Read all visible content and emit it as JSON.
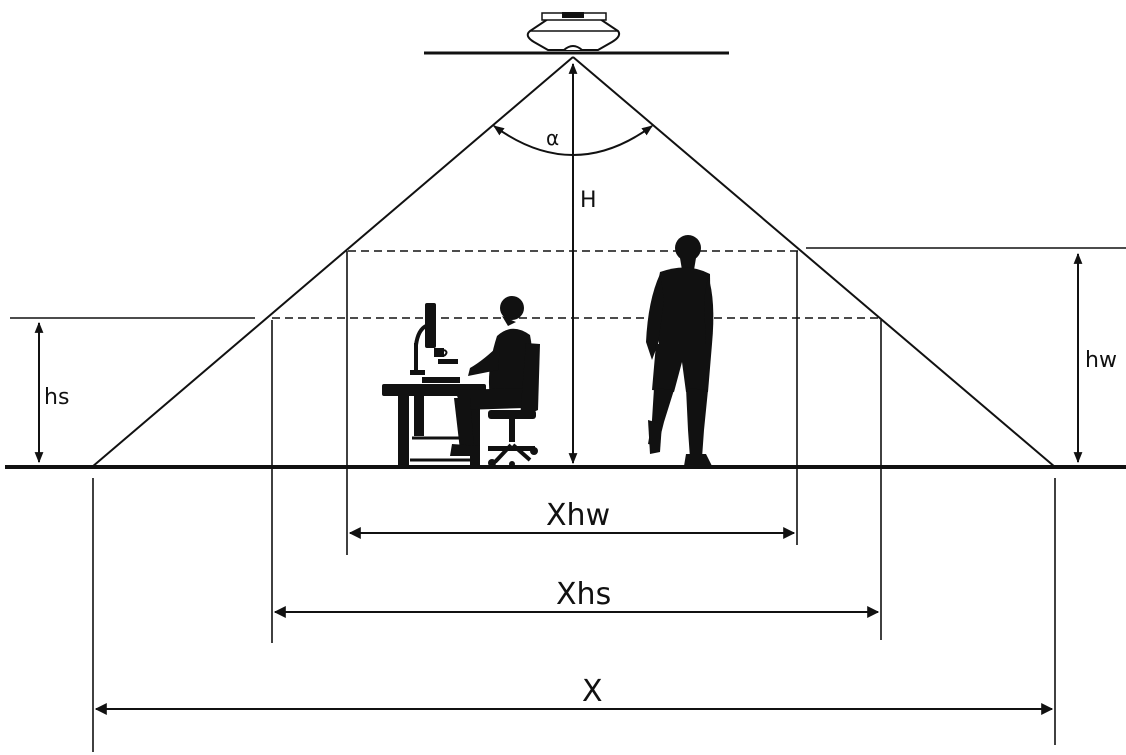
{
  "labels": {
    "angle": "α",
    "height": "H",
    "seated_height": "hs",
    "walking_height": "hw",
    "width_walking": "Xhw",
    "width_seated": "Xhs",
    "width_floor": "X"
  },
  "icons": {
    "sensor": "ceiling-sensor-icon",
    "seated_person": "seated-person-at-desk-icon",
    "walking_person": "walking-person-icon"
  },
  "colors": {
    "ink": "#111111",
    "sensor_fill": "#ffffff"
  }
}
